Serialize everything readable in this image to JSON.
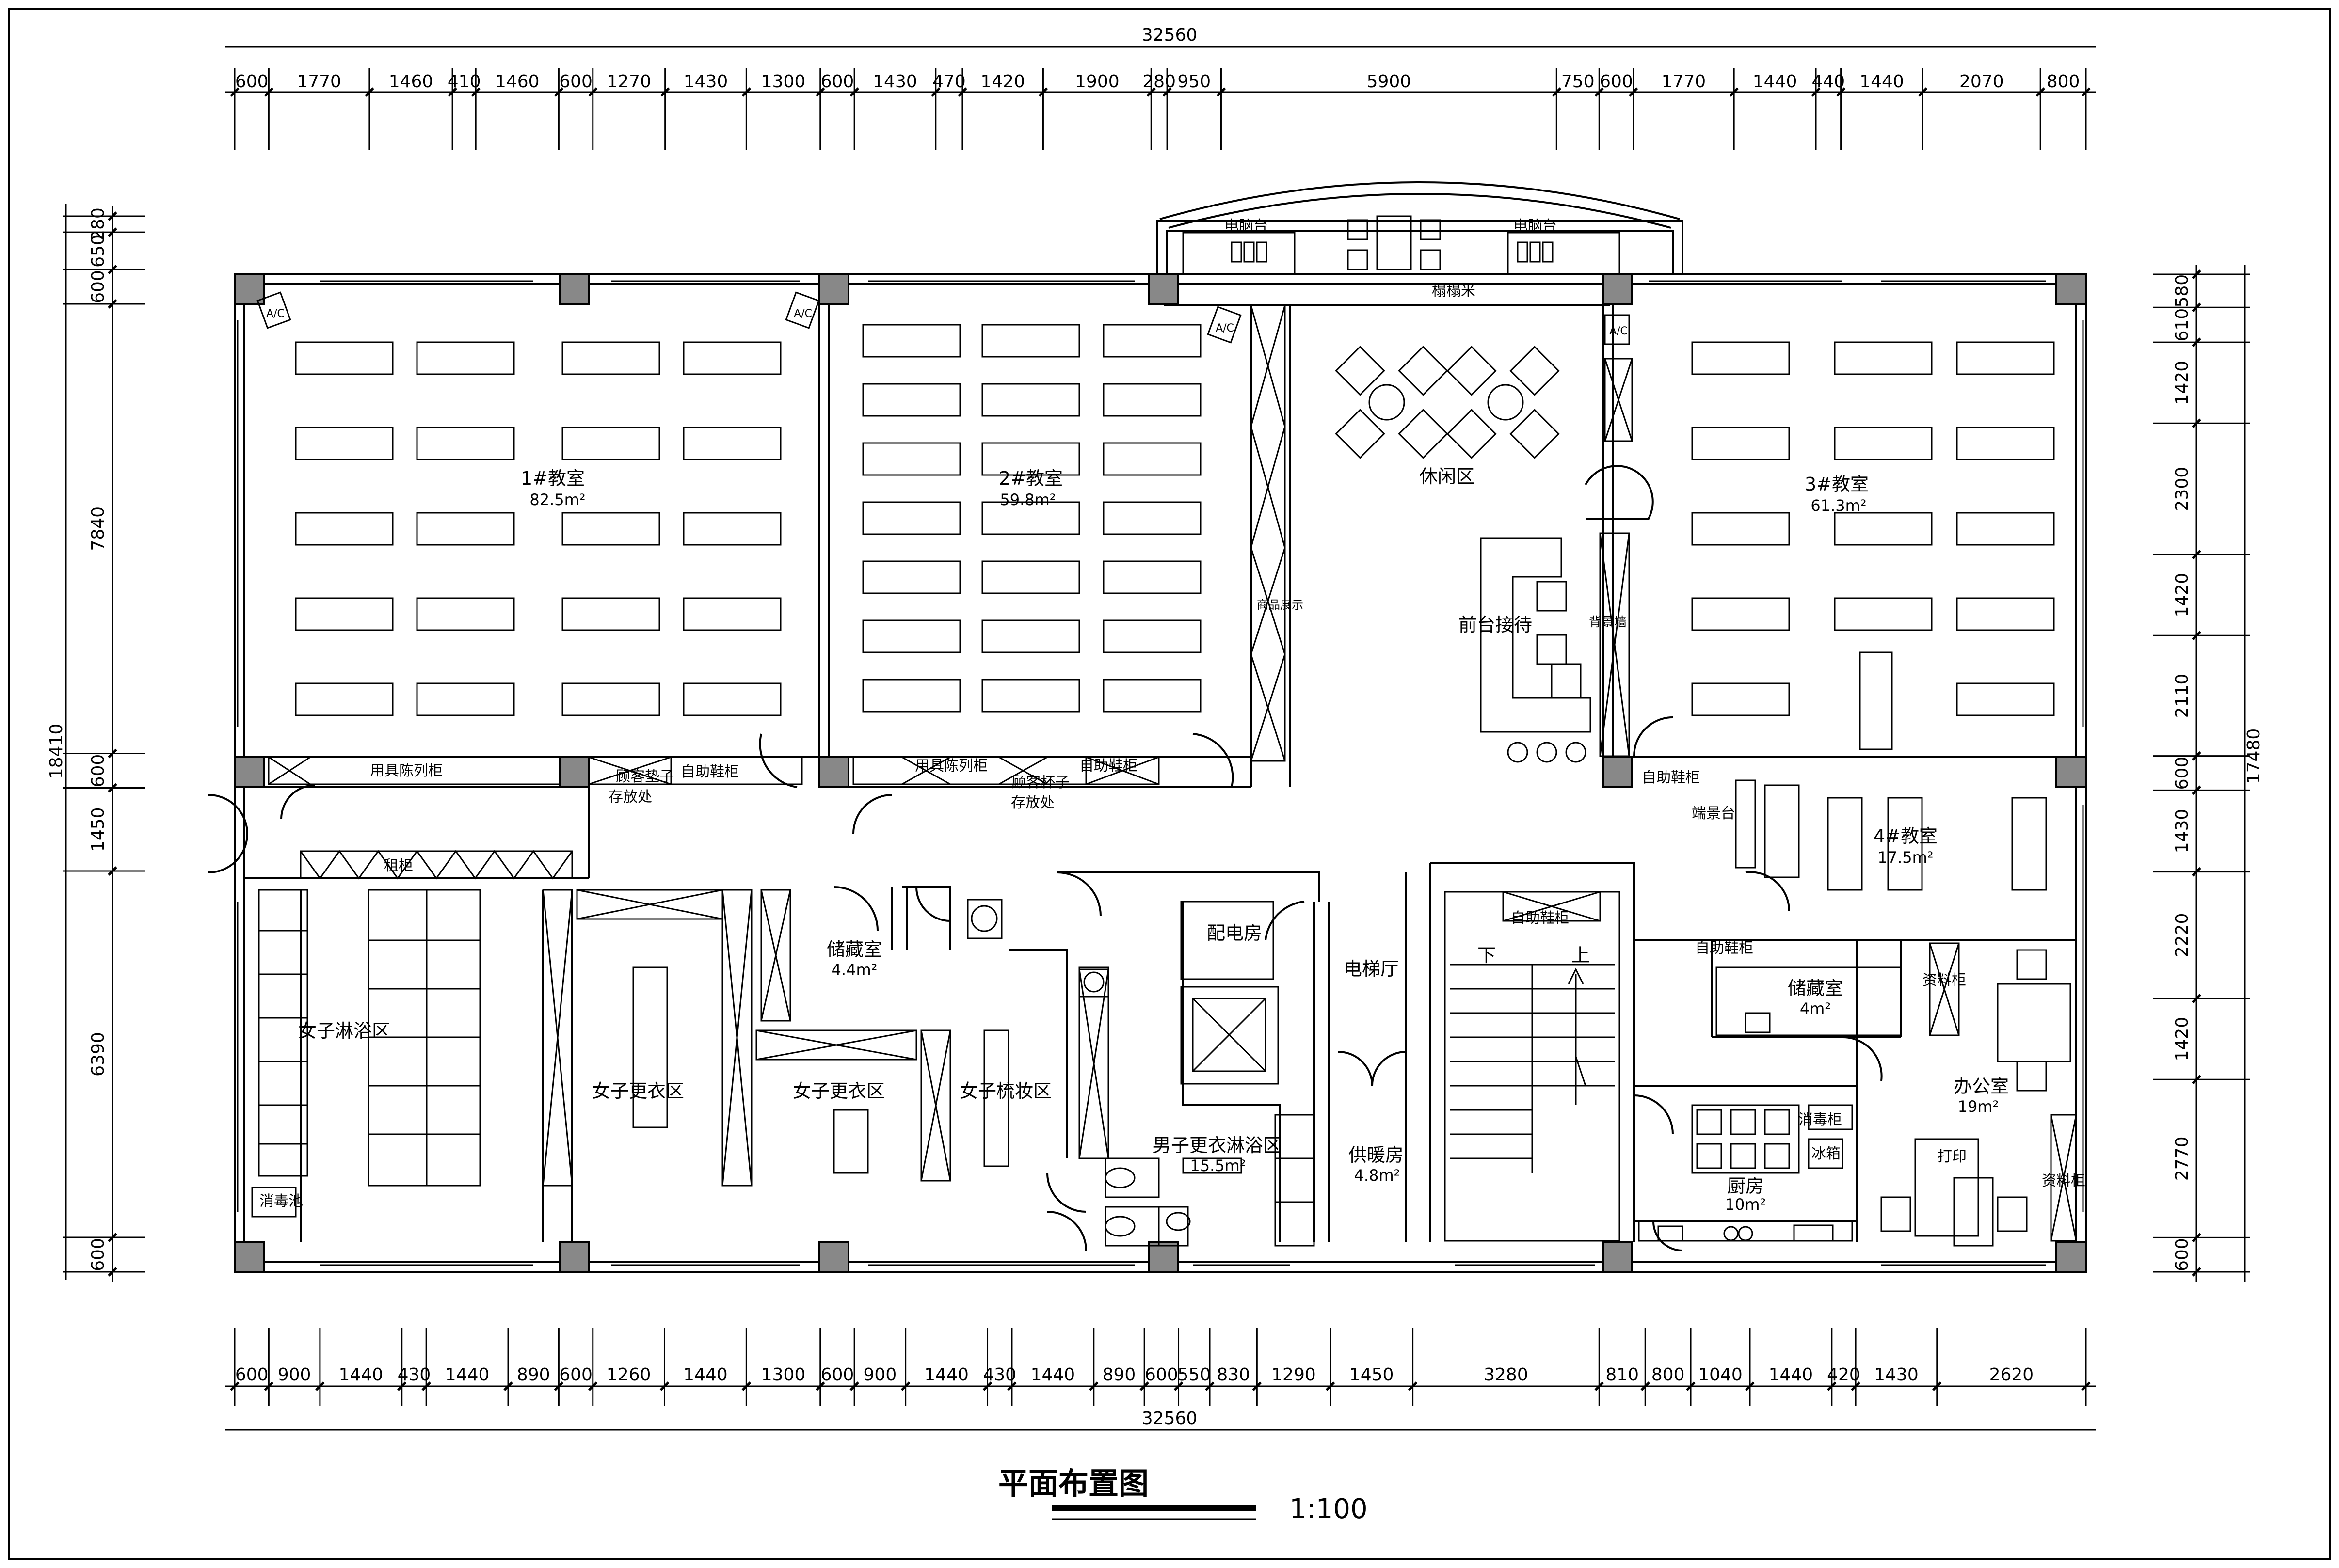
{
  "drawing": {
    "title": "平面布置图",
    "scale": "1:100"
  },
  "overall": {
    "top_total": "32560",
    "bottom_total": "32560",
    "left_total": "18410",
    "right_total": "17480"
  },
  "top_dims": [
    "600",
    "1770",
    "1460",
    "410",
    "1460",
    "600",
    "1270",
    "1430",
    "1300",
    "600",
    "1430",
    "470",
    "1420",
    "1900",
    "280",
    "950",
    "5900",
    "750",
    "600",
    "1770",
    "1440",
    "440",
    "1440",
    "2070",
    "800"
  ],
  "bottom_dims": [
    "600",
    "900",
    "1440",
    "430",
    "1440",
    "890",
    "600",
    "1260",
    "1440",
    "1300",
    "600",
    "900",
    "1440",
    "430",
    "1440",
    "890",
    "600",
    "550",
    "830",
    "1290",
    "1450",
    "3280",
    "810",
    "800",
    "1040",
    "1440",
    "420",
    "1430",
    "2620"
  ],
  "left_dims": [
    "280",
    "650",
    "600",
    "7840",
    "600",
    "1450",
    "6390",
    "600"
  ],
  "right_dims": [
    "580",
    "610",
    "1420",
    "2300",
    "1420",
    "2110",
    "600",
    "1430",
    "2220",
    "1420",
    "2770",
    "600"
  ],
  "rooms": {
    "classroom1": {
      "name": "1#教室",
      "area": "82.5m²"
    },
    "classroom2": {
      "name": "2#教室",
      "area": "59.8m²"
    },
    "classroom3": {
      "name": "3#教室",
      "area": "61.3m²"
    },
    "classroom4": {
      "name": "4#教室",
      "area": "17.5m²"
    },
    "lounge": {
      "name": "休闲区"
    },
    "reception": {
      "name": "前台接待"
    },
    "storage1": {
      "name": "储藏室",
      "area": "4.4m²"
    },
    "storage2": {
      "name": "储藏室",
      "area": "4m²"
    },
    "women_shower": {
      "name": "女子淋浴区"
    },
    "women_changing1": {
      "name": "女子更衣区"
    },
    "women_changing2": {
      "name": "女子更衣区"
    },
    "women_makeup": {
      "name": "女子梳妆区"
    },
    "men_changing": {
      "name": "男子更衣淋浴区",
      "area": "15.5m²"
    },
    "power_room": {
      "name": "配电房"
    },
    "elevator_hall": {
      "name": "电梯厅"
    },
    "heating_room": {
      "name": "供暖房",
      "area": "4.8m²"
    },
    "kitchen": {
      "name": "厨房",
      "area": "10m²"
    },
    "office": {
      "name": "办公室",
      "area": "19m²"
    }
  },
  "labels": {
    "computer_desk_left": "电脑台",
    "computer_desk_right": "电脑台",
    "tatami": "榻榻米",
    "product_display": "商品展示",
    "back_wall": "背景墙",
    "equip_cabinet1": "用具陈列柜",
    "equip_cabinet2": "用具陈列柜",
    "mat_storage_1": "顾客垫子",
    "mat_storage_2": "存放处",
    "cup_storage_1": "顾客杯子",
    "cup_storage_2": "存放处",
    "shoe_cabinet1": "自助鞋柜",
    "shoe_cabinet2": "自助鞋柜",
    "shoe_cabinet3": "自助鞋柜",
    "shoe_cabinet4": "自助鞋柜",
    "shoe_cabinet5": "自助鞋柜",
    "rental_cabinet": "租柜",
    "disinfect_pool": "消毒池",
    "end_table": "端景台",
    "file_cabinet1": "资料柜",
    "file_cabinet2": "资料柜",
    "sterilizer": "消毒柜",
    "fridge": "冰箱",
    "print": "打印",
    "stair_down": "下",
    "stair_up": "上",
    "ac": "A/C"
  }
}
